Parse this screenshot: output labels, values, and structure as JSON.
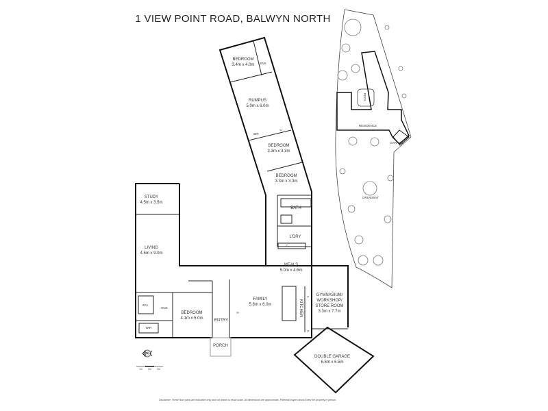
{
  "title": "1 VIEW POINT ROAD, BALWYN NORTH",
  "rooms": [
    {
      "name": "BEDROOM",
      "dims": "3.4m x 4.0m"
    },
    {
      "name": "ENS"
    },
    {
      "name": "RUMPUS",
      "dims": "5.0m x 6.0m"
    },
    {
      "name": "BEDROOM",
      "dims": "3.3m x 3.3m"
    },
    {
      "name": "BEDROOM",
      "dims": "3.3m x 3.3m"
    },
    {
      "name": "BATH"
    },
    {
      "name": "L'DRY"
    },
    {
      "name": "STUDY",
      "dims": "4.5m x 3.5m"
    },
    {
      "name": "LIVING",
      "dims": "4.5m x 9.0m"
    },
    {
      "name": "MEALS",
      "dims": "5.0m x 4.6m"
    },
    {
      "name": "FAMILY",
      "dims": "5.8m x 6.0m"
    },
    {
      "name": "KITCHEN"
    },
    {
      "name": "GYMNASIUM/ WORKSHOP/ STORE ROOM",
      "dims": "3.3m x 7.7m"
    },
    {
      "name": "BEDROOM",
      "dims": "4.1m x 5.0m"
    },
    {
      "name": "SPA"
    },
    {
      "name": "ENS"
    },
    {
      "name": "WIR"
    },
    {
      "name": "ENTRY"
    },
    {
      "name": "PORCH"
    },
    {
      "name": "DOUBLE GARAGE",
      "dims": "6.6m x 6.5m"
    }
  ],
  "fixtures": {
    "bir": "BIR",
    "c": "C",
    "f": "F",
    "p": "P",
    "h": "H"
  },
  "site_plan": {
    "pool": "POOL",
    "residence": "RESIDENCE",
    "garage": "GARAGE",
    "driveway": "DRIVEWAY"
  },
  "compass": "N",
  "scale": [
    "1m",
    "2m",
    "3m"
  ],
  "disclaimer": "Disclaimer: These floor plans are indicative only and not drawn to exact scale. All dimensions are approximate. Potential buyers should view the property in person."
}
